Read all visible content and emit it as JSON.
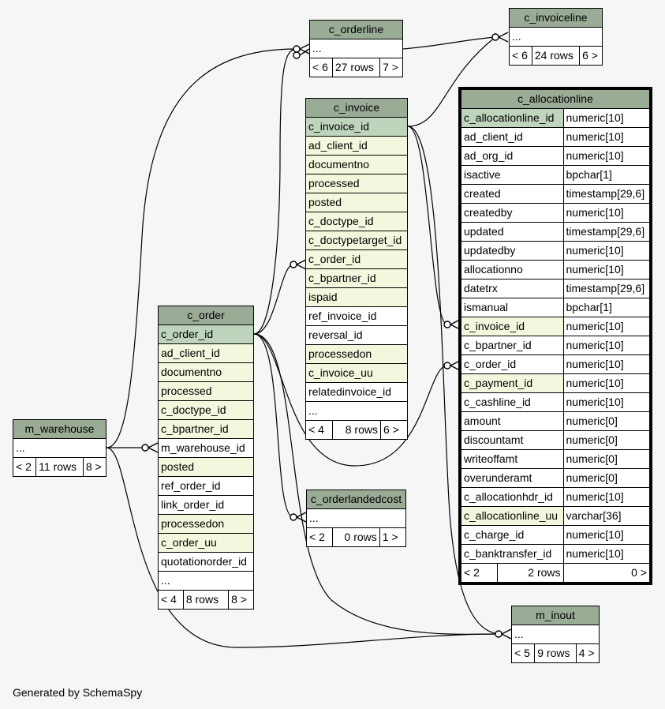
{
  "footer": "Generated by SchemaSpy",
  "tables": {
    "c_orderline": {
      "name": "c_orderline",
      "ellipsis": "...",
      "parents": "< 6",
      "rows": "27 rows",
      "children": "7 >"
    },
    "c_invoiceline": {
      "name": "c_invoiceline",
      "ellipsis": "...",
      "parents": "< 6",
      "rows": "24 rows",
      "children": "6 >"
    },
    "c_invoice": {
      "name": "c_invoice",
      "columns": [
        "c_invoice_id",
        "ad_client_id",
        "documentno",
        "processed",
        "posted",
        "c_doctype_id",
        "c_doctypetarget_id",
        "c_order_id",
        "c_bpartner_id",
        "ispaid",
        "ref_invoice_id",
        "reversal_id",
        "processedon",
        "c_invoice_uu",
        "relatedinvoice_id"
      ],
      "ellipsis": "...",
      "parents": "< 4",
      "rows": "8 rows",
      "children": "6 >"
    },
    "c_allocationline": {
      "name": "c_allocationline",
      "columns": [
        {
          "name": "c_allocationline_id",
          "type": "numeric[10]"
        },
        {
          "name": "ad_client_id",
          "type": "numeric[10]"
        },
        {
          "name": "ad_org_id",
          "type": "numeric[10]"
        },
        {
          "name": "isactive",
          "type": "bpchar[1]"
        },
        {
          "name": "created",
          "type": "timestamp[29,6]"
        },
        {
          "name": "createdby",
          "type": "numeric[10]"
        },
        {
          "name": "updated",
          "type": "timestamp[29,6]"
        },
        {
          "name": "updatedby",
          "type": "numeric[10]"
        },
        {
          "name": "allocationno",
          "type": "numeric[10]"
        },
        {
          "name": "datetrx",
          "type": "timestamp[29,6]"
        },
        {
          "name": "ismanual",
          "type": "bpchar[1]"
        },
        {
          "name": "c_invoice_id",
          "type": "numeric[10]"
        },
        {
          "name": "c_bpartner_id",
          "type": "numeric[10]"
        },
        {
          "name": "c_order_id",
          "type": "numeric[10]"
        },
        {
          "name": "c_payment_id",
          "type": "numeric[10]"
        },
        {
          "name": "c_cashline_id",
          "type": "numeric[10]"
        },
        {
          "name": "amount",
          "type": "numeric[0]"
        },
        {
          "name": "discountamt",
          "type": "numeric[0]"
        },
        {
          "name": "writeoffamt",
          "type": "numeric[0]"
        },
        {
          "name": "overunderamt",
          "type": "numeric[0]"
        },
        {
          "name": "c_allocationhdr_id",
          "type": "numeric[10]"
        },
        {
          "name": "c_allocationline_uu",
          "type": "varchar[36]"
        },
        {
          "name": "c_charge_id",
          "type": "numeric[10]"
        },
        {
          "name": "c_banktransfer_id",
          "type": "numeric[10]"
        }
      ],
      "parents": "< 2",
      "rows": "2 rows",
      "children": "0 >"
    },
    "c_order": {
      "name": "c_order",
      "columns": [
        "c_order_id",
        "ad_client_id",
        "documentno",
        "processed",
        "c_doctype_id",
        "c_bpartner_id",
        "m_warehouse_id",
        "posted",
        "ref_order_id",
        "link_order_id",
        "processedon",
        "c_order_uu",
        "quotationorder_id"
      ],
      "ellipsis": "...",
      "parents": "< 4",
      "rows": "8 rows",
      "children": "8 >"
    },
    "m_warehouse": {
      "name": "m_warehouse",
      "ellipsis": "...",
      "parents": "< 2",
      "rows": "11 rows",
      "children": "8 >"
    },
    "c_orderlandedcost": {
      "name": "c_orderlandedcost",
      "ellipsis": "...",
      "parents": "< 2",
      "rows": "0 rows",
      "children": "1 >"
    },
    "m_inout": {
      "name": "m_inout",
      "ellipsis": "...",
      "parents": "< 5",
      "rows": "9 rows",
      "children": "4 >"
    }
  }
}
